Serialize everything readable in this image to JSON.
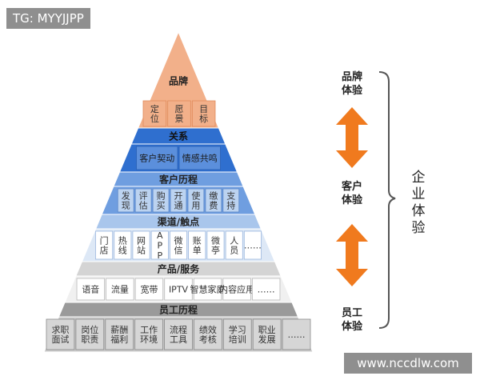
{
  "watermark_top": "TG: MYYJJPP",
  "watermark_bottom": "www.nccdlw.com",
  "pyramid": {
    "brand": {
      "title": "品牌",
      "items": [
        "定\n位",
        "愿\n景",
        "目\n标"
      ]
    },
    "relation": {
      "title": "关系",
      "items": [
        "客户契动",
        "情感共鸣"
      ]
    },
    "journey": {
      "title": "客户历程",
      "items": [
        "发\n现",
        "评\n估",
        "购\n买",
        "开\n通",
        "使\n用",
        "缴\n费",
        "支\n持"
      ]
    },
    "channel": {
      "title": "渠道/触点",
      "items": [
        "门\n店",
        "热\n线",
        "网\n站",
        "A\nP\nP",
        "微\n信",
        "账\n单",
        "微\n亭",
        "人\n员",
        "……"
      ]
    },
    "product": {
      "title": "产品/服务",
      "items": [
        "语音",
        "流量",
        "宽带",
        "IPTV",
        "智慧家庭",
        "内容应用",
        "……"
      ]
    },
    "employee": {
      "title": "员工历程",
      "items": [
        "求职\n面试",
        "岗位\n职责",
        "薪酬\n福利",
        "工作\n环境",
        "流程\n工具",
        "绩效\n考核",
        "学习\n培训",
        "职业\n发展",
        "……"
      ]
    }
  },
  "right_labels": [
    "品牌\n体验",
    "客户\n体验",
    "员工\n体验"
  ],
  "bracket_label": "企\n业\n体\n验",
  "colors": {
    "brand": "#f2b08a",
    "relation_title": "#2f6fcf",
    "relation_box": "#5b8fdc",
    "journey_title": "#6f9ee0",
    "journey_box": "#bcd3f0",
    "channel_title": "#a9c6ec",
    "channel_box": "#dde8f6",
    "product_title": "#d4d4d4",
    "product_box": "#f0f0f0",
    "employee_title": "#9a9a9a",
    "employee_box": "#c8c8c8",
    "arrow": "#f07a1e"
  }
}
